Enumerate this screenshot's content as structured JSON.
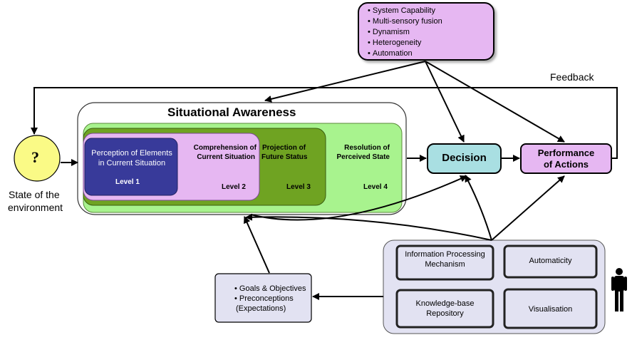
{
  "system_factors": {
    "items": [
      "System Capability",
      "Multi-sensory fusion",
      "Dynamism",
      "Heterogeneity",
      "Automation"
    ]
  },
  "feedback_label": "Feedback",
  "environment": {
    "symbol": "?",
    "label_line1": "State of the",
    "label_line2": "environment"
  },
  "situational_awareness": {
    "title": "Situational Awareness",
    "level4": {
      "line1": "Resolution of",
      "line2": "Perceived State",
      "level": "Level 4"
    },
    "level3": {
      "line1": "Projection of",
      "line2": "Future Status",
      "level": "Level 3"
    },
    "level2": {
      "line1": "Comprehension of",
      "line2": "Current Situation",
      "level": "Level 2"
    },
    "level1": {
      "line1": "Perception of Elements",
      "line2": "in Current Situation",
      "level": "Level 1"
    }
  },
  "decision": {
    "label": "Decision"
  },
  "performance": {
    "line1": "Performance",
    "line2": "of Actions"
  },
  "goals": {
    "items": [
      "Goals & Objectives",
      "Preconceptions"
    ],
    "extra_line": "(Expectations)"
  },
  "individual_factors": {
    "info_processing": {
      "line1": "Information Processing",
      "line2": "Mechanism"
    },
    "automaticity": "Automaticity",
    "knowledge_base": {
      "line1": "Knowledge-base",
      "line2": "Repository"
    },
    "visualisation": "Visualisation"
  },
  "colors": {
    "lavender": "#e6b7f2",
    "green_light": "#a8f38e",
    "green_dark": "#6fa322",
    "level1_navy": "#383a9a",
    "environment_yellow": "#fafa86",
    "decision_teal": "#a9dfe2",
    "individual_bg": "#e2e2f2",
    "stroke": "#000000"
  },
  "icons": {
    "person": "person-icon"
  }
}
